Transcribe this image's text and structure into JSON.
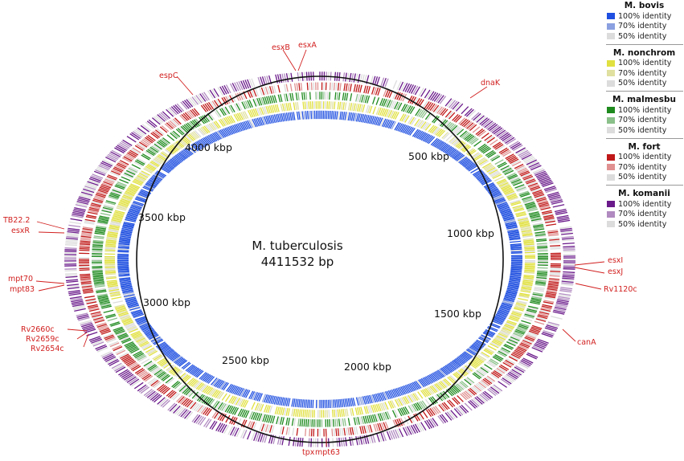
{
  "genome": {
    "name": "M. tuberculosis",
    "size": "4411532 bp"
  },
  "legend": [
    {
      "title": "M. bovis",
      "entries": [
        {
          "label": "100% identity",
          "color": "#1f4fe0"
        },
        {
          "label": "70% identity",
          "color": "#8aa0e0"
        },
        {
          "label": "50% identity",
          "color": "#dcdcdc"
        }
      ]
    },
    {
      "title": "M. nonchrom",
      "entries": [
        {
          "label": "100% identity",
          "color": "#e0e040"
        },
        {
          "label": "70% identity",
          "color": "#e0e0a0"
        },
        {
          "label": "50% identity",
          "color": "#dcdcdc"
        }
      ]
    },
    {
      "title": "M. malmesbu",
      "entries": [
        {
          "label": "100% identity",
          "color": "#1e8a1e"
        },
        {
          "label": "70% identity",
          "color": "#8ac08a"
        },
        {
          "label": "50% identity",
          "color": "#dcdcdc"
        }
      ]
    },
    {
      "title": "M. fort",
      "entries": [
        {
          "label": "100% identity",
          "color": "#c01818"
        },
        {
          "label": "70% identity",
          "color": "#e09090"
        },
        {
          "label": "50% identity",
          "color": "#dcdcdc"
        }
      ]
    },
    {
      "title": "M. komanii",
      "entries": [
        {
          "label": "100% identity",
          "color": "#6a1a8a"
        },
        {
          "label": "70% identity",
          "color": "#b08ac0"
        },
        {
          "label": "50% identity",
          "color": "#dcdcdc"
        }
      ]
    }
  ],
  "kbp_ticks": [
    "4000 kbp",
    "500 kbp",
    "3500 kbp",
    "1000 kbp",
    "3000 kbp",
    "1500 kbp",
    "2500 kbp",
    "2000 kbp"
  ],
  "genes": [
    "esxB",
    "esxA",
    "espC",
    "dnaK",
    "TB22.2",
    "esxR",
    "esxI",
    "esxJ",
    "mpt70",
    "mpt83",
    "Rv1120c",
    "Rv2660c",
    "Rv2659c",
    "Rv2654c",
    "canA",
    "tpx",
    "mpt63"
  ],
  "label_color": "#d21f1f"
}
